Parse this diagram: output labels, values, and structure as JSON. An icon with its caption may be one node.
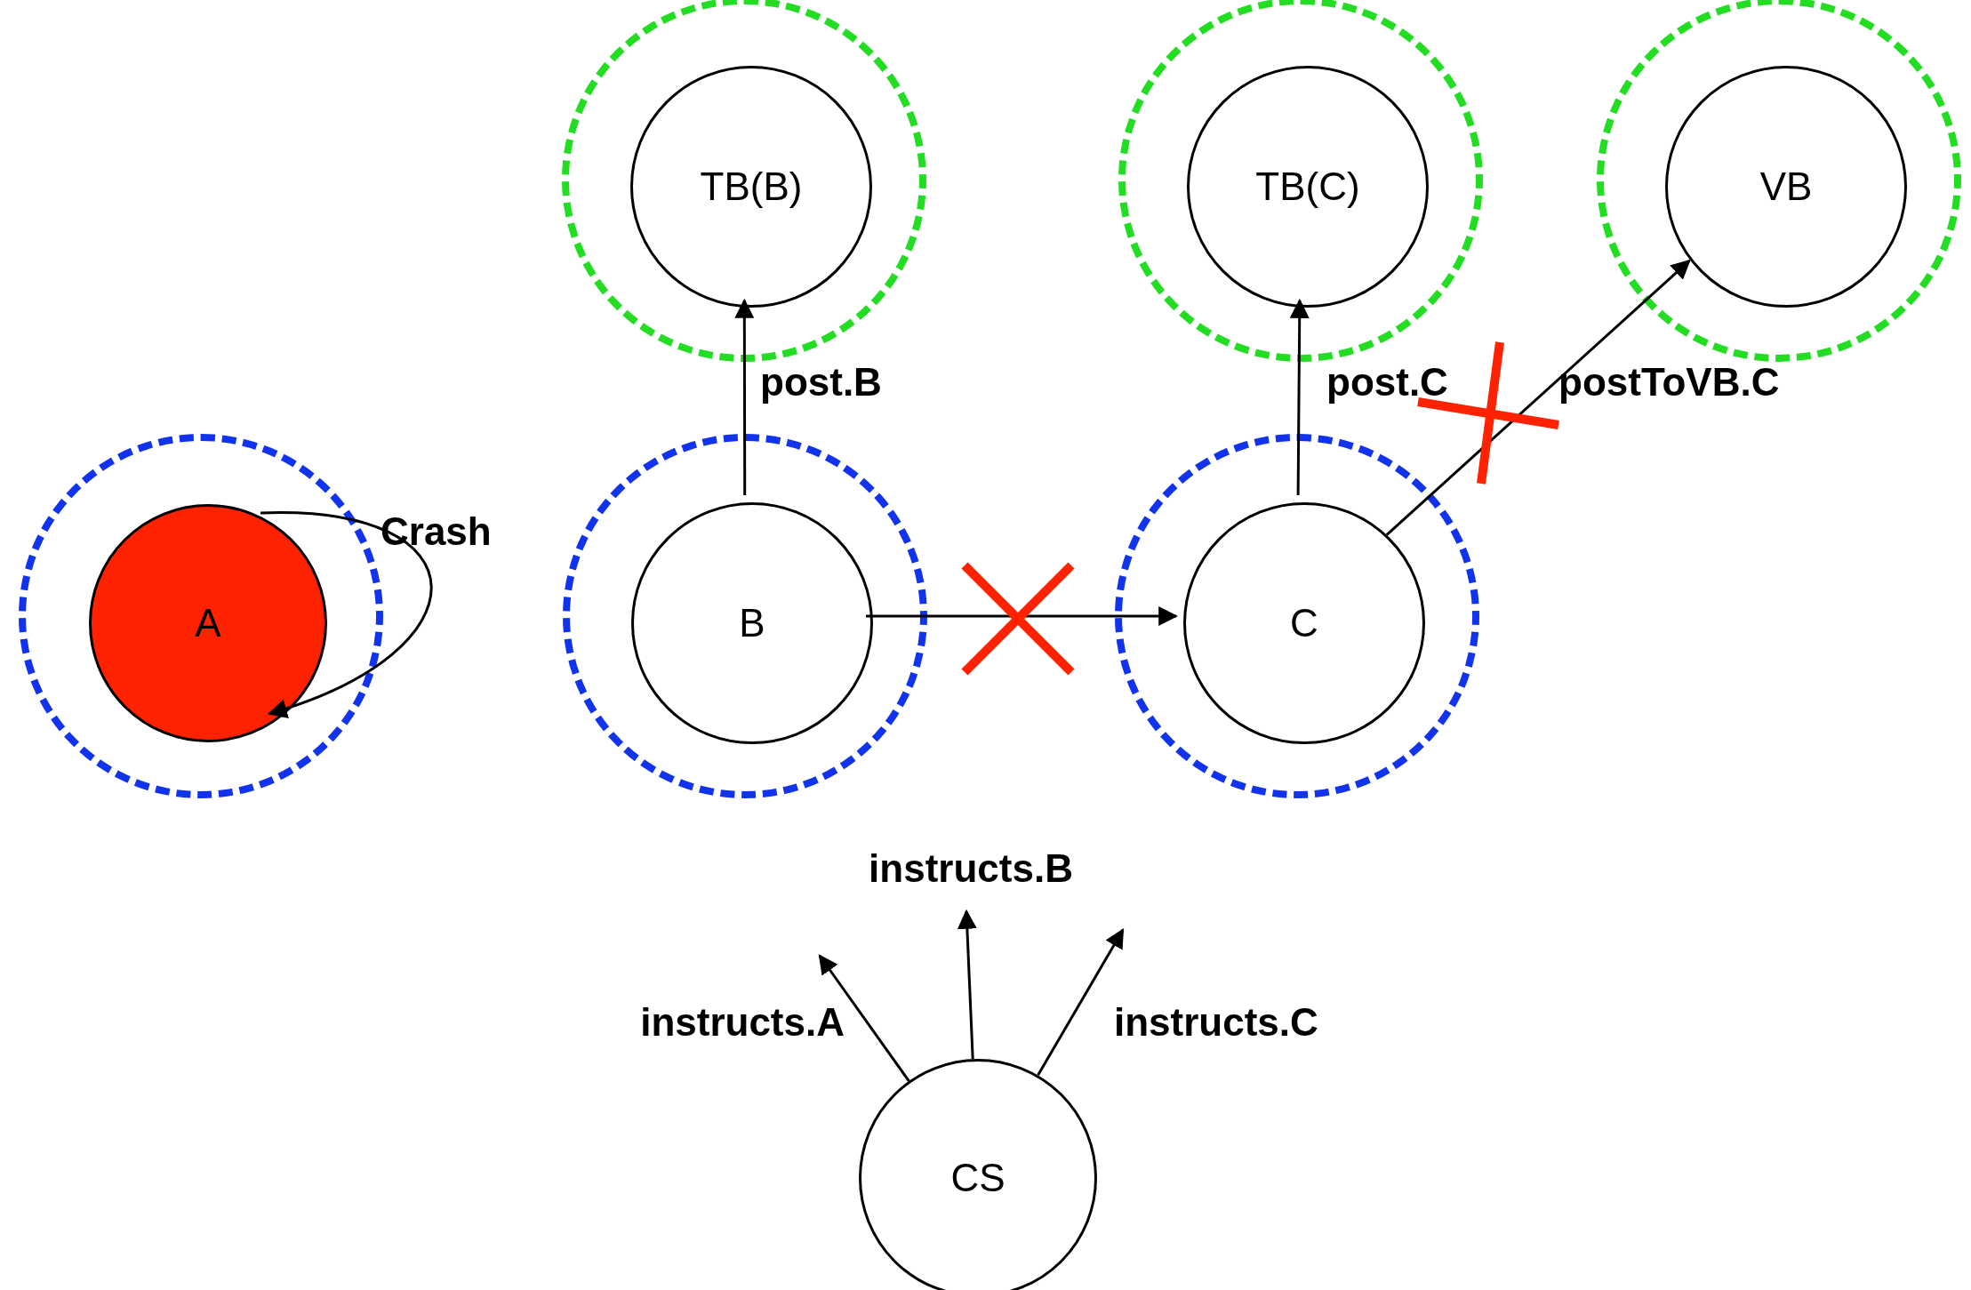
{
  "diagram": {
    "nodes": [
      {
        "text": [],
        "shape": "circle"
      },
      {
        "text": [
          "TB(B)"
        ],
        "in": 0
      },
      {
        "text": [],
        "shape": "circle"
      },
      {
        "text": [
          "TB(C)"
        ],
        "in": 2
      },
      {
        "text": [],
        "shape": "circle"
      },
      {
        "text": [
          "VB"
        ],
        "in": 4
      },
      {
        "text": [],
        "shape": "circle"
      },
      {
        "text": [
          "A"
        ],
        "in": 6
      },
      {
        "text": [],
        "shape": "circle"
      },
      {
        "text": [
          "B"
        ],
        "in": 8
      },
      {
        "text": [],
        "shape": "circle"
      },
      {
        "text": [
          "C"
        ],
        "in": 10
      },
      {
        "text": [
          "CS"
        ]
      }
    ],
    "edges": [
      {
        "from": 7,
        "to": 7,
        "arrow": "to",
        "label": "Crash"
      },
      {
        "from": 9,
        "to": 1,
        "arrow": "to",
        "label": "post.B"
      },
      {
        "from": 9,
        "to": 11,
        "arrow": "to"
      },
      {
        "from": 11,
        "to": 3,
        "arrow": "to",
        "label": "post.C"
      },
      {
        "from": 11,
        "to": 5,
        "arrow": "to",
        "label": "postToVB.C"
      },
      {
        "from": 12,
        "to": null,
        "arrow": "to",
        "label": "instructs.A"
      },
      {
        "from": 12,
        "to": null,
        "arrow": "to",
        "label": "instructs.B"
      },
      {
        "from": 12,
        "to": null,
        "arrow": "to",
        "label": "instructs.C"
      }
    ]
  }
}
